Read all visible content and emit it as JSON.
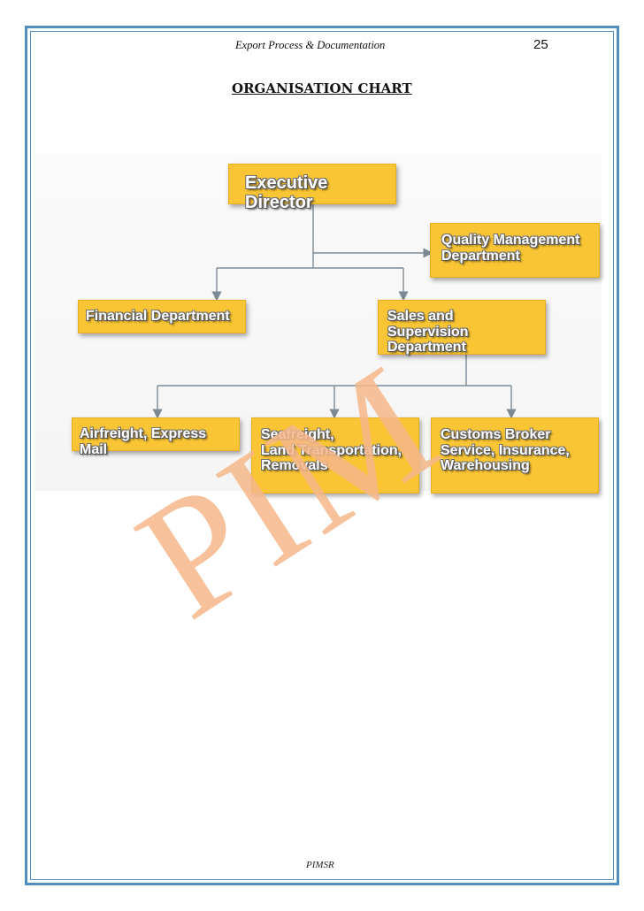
{
  "header": {
    "title": "Export Process & Documentation",
    "page_number": "25"
  },
  "section": {
    "heading": "ORGANISATION CHART"
  },
  "org_chart": {
    "root": "Executive Director",
    "quality": "Quality Management\nDepartment",
    "finance": "Financial Department",
    "sales": "Sales and Supervision\nDepartment",
    "air": "Airfreight, Express Mail",
    "sea": "Seafreight,\nLand Transportation,\nRemovals",
    "customs": "Customs Broker\nService, Insurance,\nWarehousing"
  },
  "watermark": "PIM",
  "footer": "PIMSR",
  "colors": {
    "box_fill": "#f9c534",
    "border": "#4f8fbf",
    "watermark": "#f6b88a",
    "connector": "#7d8a95"
  }
}
